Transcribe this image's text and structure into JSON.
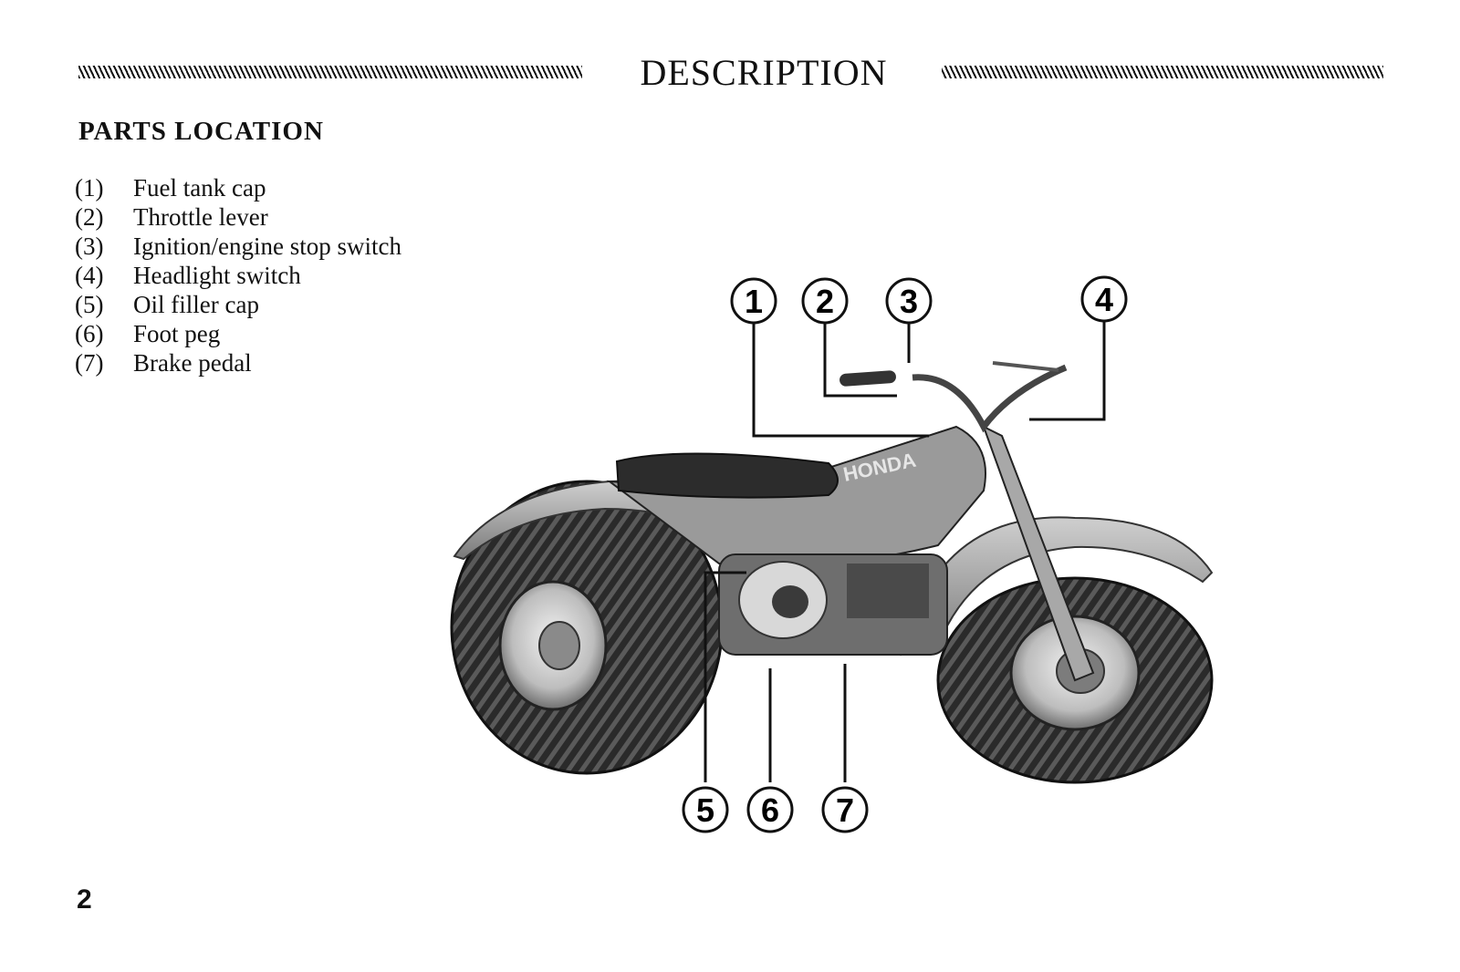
{
  "header": {
    "title": "DESCRIPTION"
  },
  "section": {
    "title": "PARTS LOCATION"
  },
  "parts": [
    {
      "num": "(1)",
      "label": "Fuel tank cap"
    },
    {
      "num": "(2)",
      "label": "Throttle lever"
    },
    {
      "num": "(3)",
      "label": "Ignition/engine stop switch"
    },
    {
      "num": "(4)",
      "label": "Headlight switch"
    },
    {
      "num": "(5)",
      "label": "Oil filler cap"
    },
    {
      "num": "(6)",
      "label": "Foot peg"
    },
    {
      "num": "(7)",
      "label": "Brake pedal"
    }
  ],
  "figure": {
    "callouts": [
      "1",
      "2",
      "3",
      "4",
      "5",
      "6",
      "7"
    ],
    "logo_text": "HONDA"
  },
  "footer": {
    "page_number": "2"
  }
}
